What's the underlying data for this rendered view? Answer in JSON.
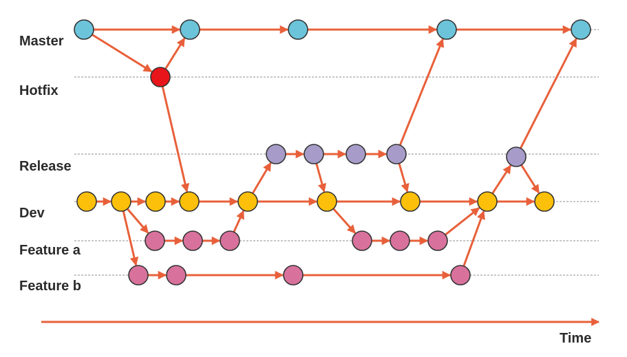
{
  "lanes": [
    {
      "id": "master",
      "label": "Master"
    },
    {
      "id": "hotfix",
      "label": "Hotfix"
    },
    {
      "id": "release",
      "label": "Release"
    },
    {
      "id": "dev",
      "label": "Dev"
    },
    {
      "id": "feature_a",
      "label": "Feature a"
    },
    {
      "id": "feature_b",
      "label": "Feature b"
    }
  ],
  "time_axis": {
    "label": "Time"
  },
  "colors": {
    "master": "#6cc4da",
    "hotfix": "#e8151b",
    "release": "#a79cc9",
    "dev": "#fcc00a",
    "feature": "#d8729c",
    "arrow": "#e8603a"
  },
  "commits": [
    {
      "id": "m1",
      "lane": "master",
      "kind": "master"
    },
    {
      "id": "m2",
      "lane": "master",
      "kind": "master"
    },
    {
      "id": "m3",
      "lane": "master",
      "kind": "master"
    },
    {
      "id": "m4",
      "lane": "master",
      "kind": "master"
    },
    {
      "id": "m5",
      "lane": "master",
      "kind": "master"
    },
    {
      "id": "h1",
      "lane": "hotfix",
      "kind": "hotfix"
    },
    {
      "id": "r1",
      "lane": "release",
      "kind": "release"
    },
    {
      "id": "r2",
      "lane": "release",
      "kind": "release"
    },
    {
      "id": "r3",
      "lane": "release",
      "kind": "release"
    },
    {
      "id": "r4",
      "lane": "release",
      "kind": "release"
    },
    {
      "id": "r5",
      "lane": "release",
      "kind": "release"
    },
    {
      "id": "d1",
      "lane": "dev",
      "kind": "dev"
    },
    {
      "id": "d2",
      "lane": "dev",
      "kind": "dev"
    },
    {
      "id": "d3",
      "lane": "dev",
      "kind": "dev"
    },
    {
      "id": "d4",
      "lane": "dev",
      "kind": "dev"
    },
    {
      "id": "d5",
      "lane": "dev",
      "kind": "dev"
    },
    {
      "id": "d6",
      "lane": "dev",
      "kind": "dev"
    },
    {
      "id": "d7",
      "lane": "dev",
      "kind": "dev"
    },
    {
      "id": "d8",
      "lane": "dev",
      "kind": "dev"
    },
    {
      "id": "d9",
      "lane": "dev",
      "kind": "dev"
    },
    {
      "id": "fa1",
      "lane": "feature_a",
      "kind": "feature"
    },
    {
      "id": "fa2",
      "lane": "feature_a",
      "kind": "feature"
    },
    {
      "id": "fa3",
      "lane": "feature_a",
      "kind": "feature"
    },
    {
      "id": "fa4",
      "lane": "feature_a",
      "kind": "feature"
    },
    {
      "id": "fa5",
      "lane": "feature_a",
      "kind": "feature"
    },
    {
      "id": "fa6",
      "lane": "feature_a",
      "kind": "feature"
    },
    {
      "id": "fb1",
      "lane": "feature_b",
      "kind": "feature"
    },
    {
      "id": "fb2",
      "lane": "feature_b",
      "kind": "feature"
    },
    {
      "id": "fb3",
      "lane": "feature_b",
      "kind": "feature"
    },
    {
      "id": "fb4",
      "lane": "feature_b",
      "kind": "feature"
    }
  ],
  "edges": [
    [
      "m1",
      "m2"
    ],
    [
      "m2",
      "m3"
    ],
    [
      "m3",
      "m4"
    ],
    [
      "m4",
      "m5"
    ],
    [
      "m1",
      "h1"
    ],
    [
      "h1",
      "m2"
    ],
    [
      "h1",
      "d4"
    ],
    [
      "d1",
      "d2"
    ],
    [
      "d2",
      "d3"
    ],
    [
      "d3",
      "d4"
    ],
    [
      "d4",
      "d5"
    ],
    [
      "d5",
      "d6"
    ],
    [
      "d6",
      "d7"
    ],
    [
      "d7",
      "d8"
    ],
    [
      "d8",
      "d9"
    ],
    [
      "d2",
      "fa1"
    ],
    [
      "fa1",
      "fa2"
    ],
    [
      "fa2",
      "fa3"
    ],
    [
      "fa3",
      "d5"
    ],
    [
      "d2",
      "fb1"
    ],
    [
      "fb1",
      "fb2"
    ],
    [
      "fb2",
      "fb3"
    ],
    [
      "fb3",
      "fb4"
    ],
    [
      "fb4",
      "d8"
    ],
    [
      "d5",
      "r1"
    ],
    [
      "r1",
      "r2"
    ],
    [
      "r2",
      "r3"
    ],
    [
      "r3",
      "r4"
    ],
    [
      "r2",
      "d6"
    ],
    [
      "r4",
      "d7"
    ],
    [
      "r4",
      "m4"
    ],
    [
      "d6",
      "fa4"
    ],
    [
      "fa4",
      "fa5"
    ],
    [
      "fa5",
      "fa6"
    ],
    [
      "fa6",
      "d8"
    ],
    [
      "d8",
      "r5"
    ],
    [
      "r5",
      "d9"
    ],
    [
      "r5",
      "m5"
    ]
  ]
}
